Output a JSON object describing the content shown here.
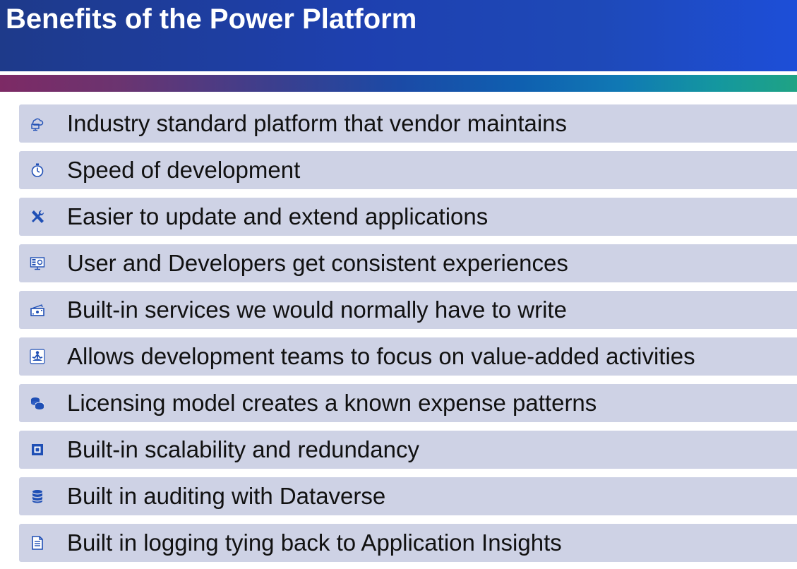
{
  "slide": {
    "title": "Benefits of the Power Platform"
  },
  "colors": {
    "header_blue": "#1e40af",
    "item_background": "#ced2e5",
    "icon_blue": "#1f4fb5"
  },
  "benefits": [
    {
      "icon": "cloud-monitor-icon",
      "text": "Industry standard platform that vendor maintains"
    },
    {
      "icon": "stopwatch-icon",
      "text": "Speed of development"
    },
    {
      "icon": "tools-icon",
      "text": "Easier to update and extend applications"
    },
    {
      "icon": "dashboard-screen-icon",
      "text": "User and Developers get consistent experiences"
    },
    {
      "icon": "cash-register-icon",
      "text": "Built-in services we would normally have to write"
    },
    {
      "icon": "meditation-person-icon",
      "text": "Allows development teams to focus on value-added activities"
    },
    {
      "icon": "coins-icon",
      "text": "Licensing model creates a known expense patterns"
    },
    {
      "icon": "processor-chip-icon",
      "text": "Built-in scalability and redundancy"
    },
    {
      "icon": "database-icon",
      "text": "Built in auditing with Dataverse"
    },
    {
      "icon": "document-icon",
      "text": "Built in logging tying back to Application Insights"
    }
  ]
}
